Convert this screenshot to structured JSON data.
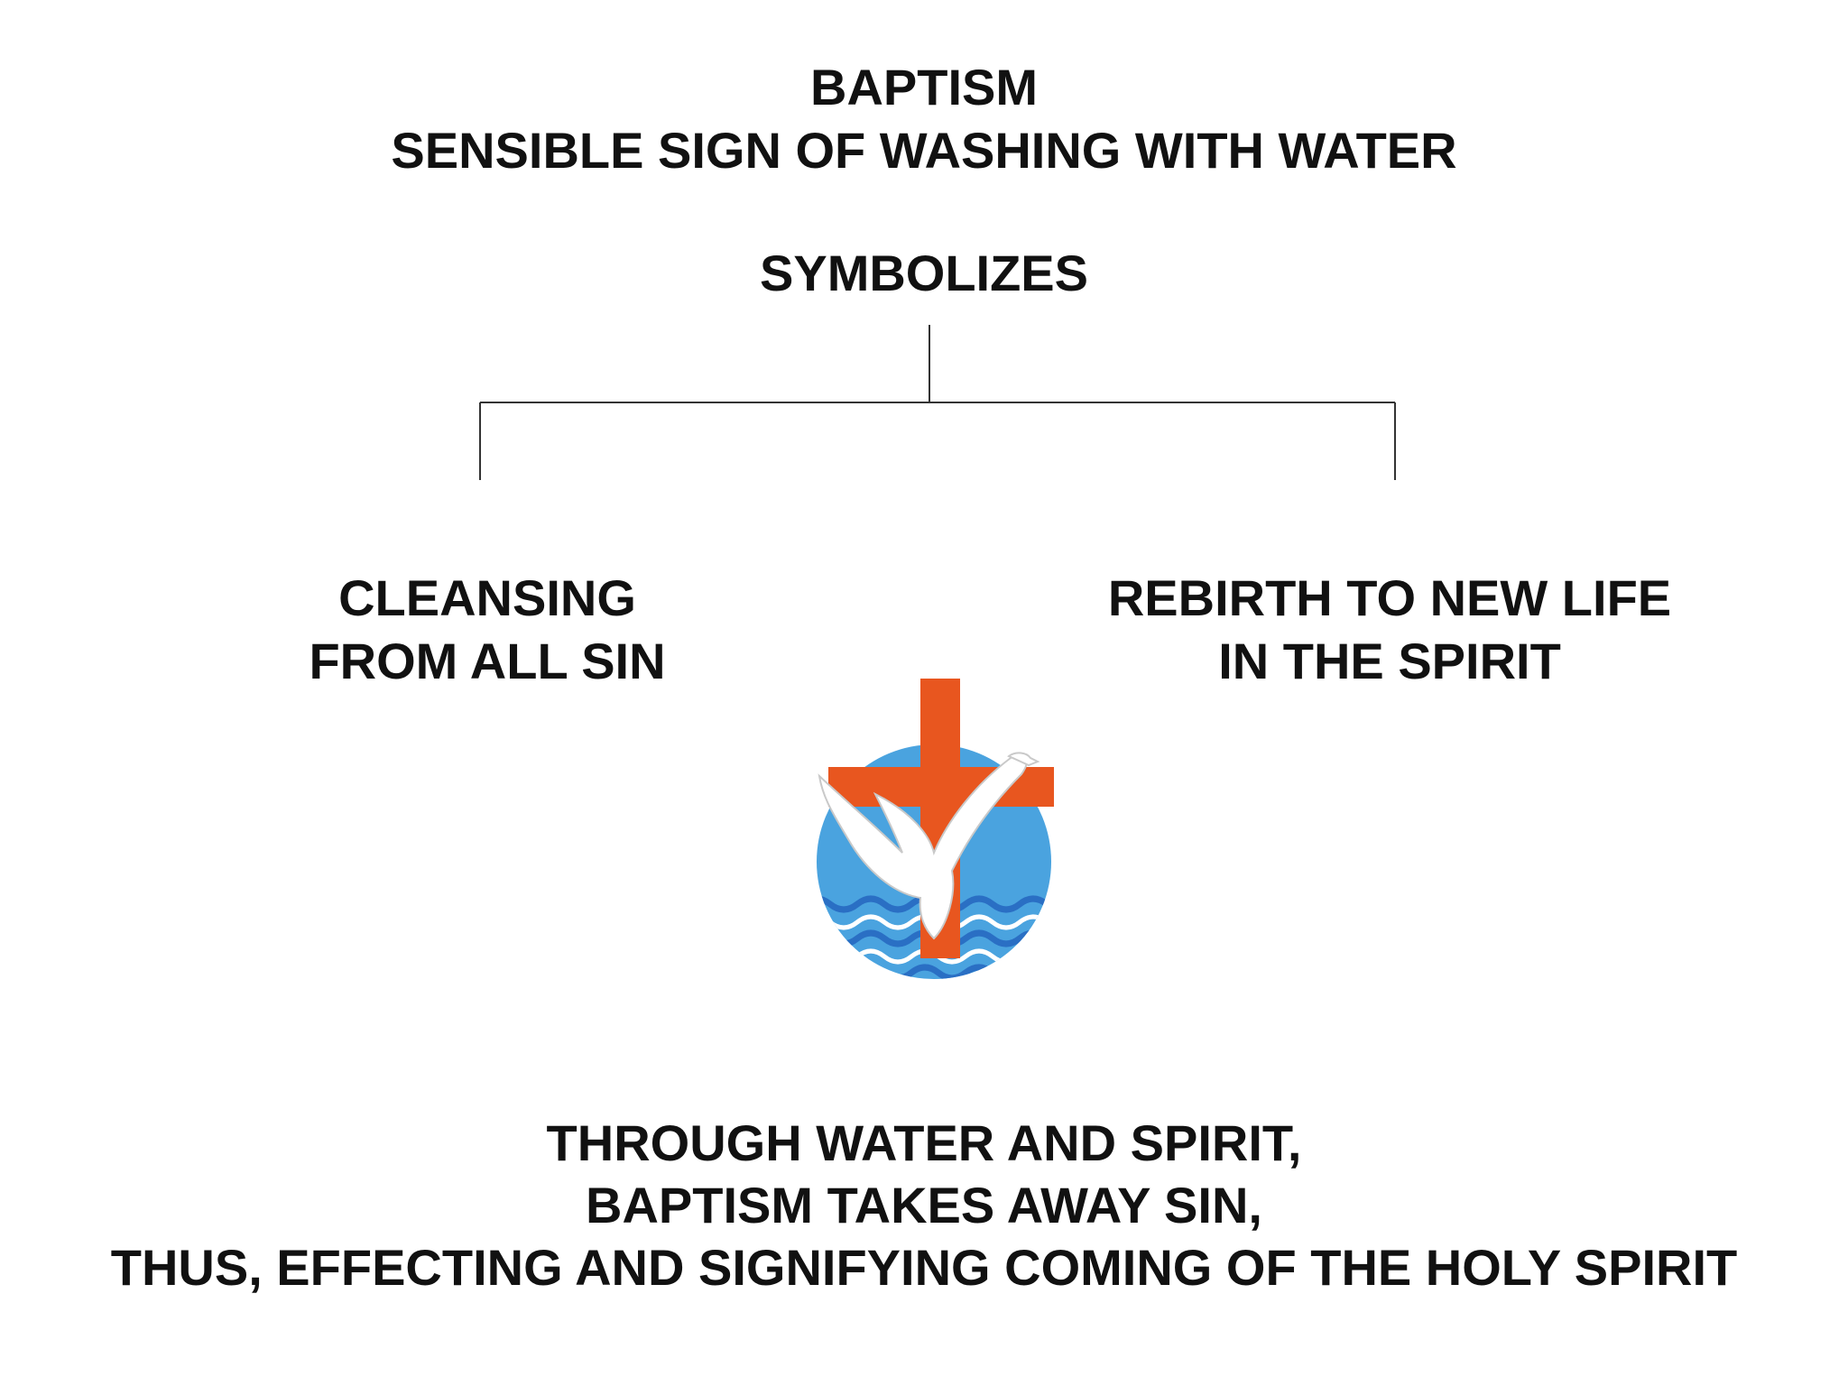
{
  "header": {
    "line1": "BAPTISM",
    "line2": "SENSIBLE SIGN OF WASHING WITH WATER"
  },
  "connector_label": "SYMBOLIZES",
  "branches": {
    "left": {
      "line1": "CLEANSING",
      "line2": "FROM ALL SIN"
    },
    "right": {
      "line1": "REBIRTH TO NEW LIFE",
      "line2": "IN THE SPIRIT"
    }
  },
  "emblem": {
    "icon": "baptism-cross-dove-water-icon",
    "colors": {
      "cross": "#e8561f",
      "water_circle": "#4aa3df",
      "waves": "#2a6fc4",
      "dove": "#ffffff"
    }
  },
  "footer": {
    "line1": "THROUGH WATER AND SPIRIT,",
    "line2": "BAPTISM TAKES AWAY SIN,",
    "line3": "THUS, EFFECTING AND SIGNIFYING COMING OF THE HOLY SPIRIT"
  }
}
